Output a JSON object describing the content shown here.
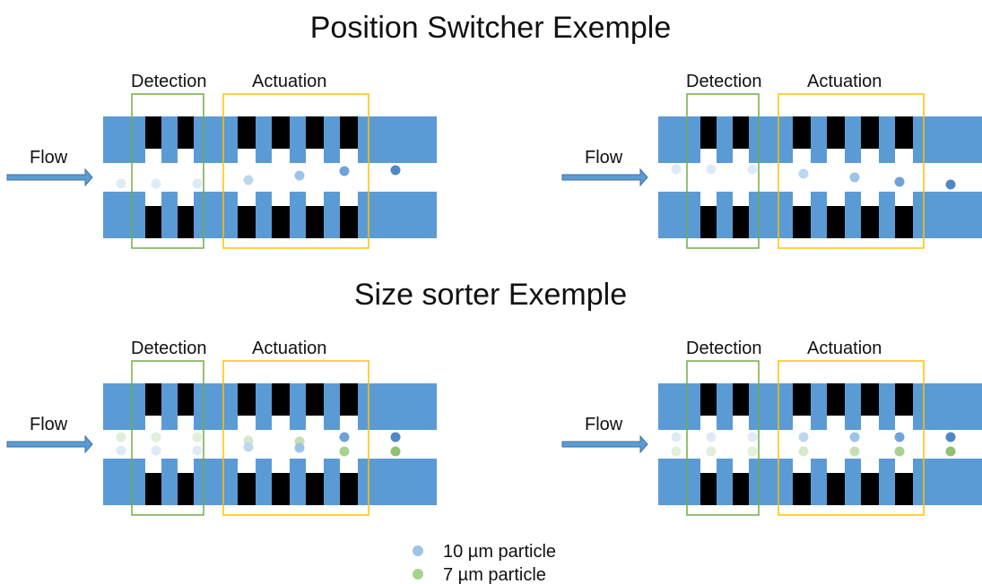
{
  "titles": {
    "position": "Position Switcher Exemple",
    "size": "Size sorter Exemple"
  },
  "labels": {
    "flow": "Flow",
    "detection": "Detection",
    "actuation": "Actuation"
  },
  "legend": {
    "large": "10 µm particle",
    "small": "7 µm particle"
  },
  "colors": {
    "channel": "#5b9bd5",
    "electrode": "#000000",
    "detection_box": "#70ad47",
    "actuation_box": "#ffc000",
    "arrow": "#5b9bd5",
    "particle_10um": "#9dc3e6",
    "particle_10um_dark": "#4f88c6",
    "particle_7um": "#a9d18e"
  },
  "panels": [
    {
      "id": "position-switcher-1",
      "example": "Position Switcher"
    },
    {
      "id": "position-switcher-2",
      "example": "Position Switcher"
    },
    {
      "id": "size-sorter-1",
      "example": "Size sorter"
    },
    {
      "id": "size-sorter-2",
      "example": "Size sorter"
    }
  ]
}
